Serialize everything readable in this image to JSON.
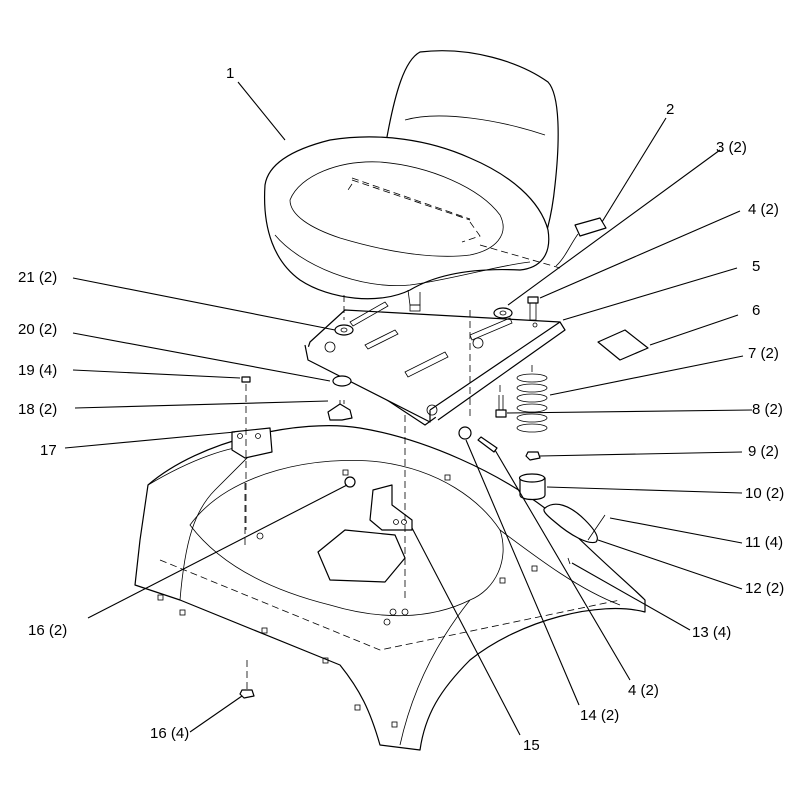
{
  "callouts": [
    {
      "id": "c1",
      "text": "1"
    },
    {
      "id": "c2",
      "text": "2"
    },
    {
      "id": "c3",
      "text": "3 (2)"
    },
    {
      "id": "c4a",
      "text": "4 (2)"
    },
    {
      "id": "c5",
      "text": "5"
    },
    {
      "id": "c6",
      "text": "6"
    },
    {
      "id": "c7",
      "text": "7 (2)"
    },
    {
      "id": "c8",
      "text": "8 (2)"
    },
    {
      "id": "c9",
      "text": "9 (2)"
    },
    {
      "id": "c10",
      "text": "10 (2)"
    },
    {
      "id": "c11",
      "text": "11 (4)"
    },
    {
      "id": "c12",
      "text": "12 (2)"
    },
    {
      "id": "c13",
      "text": "13 (4)"
    },
    {
      "id": "c4b",
      "text": "4 (2)"
    },
    {
      "id": "c14",
      "text": "14 (2)"
    },
    {
      "id": "c15",
      "text": "15"
    },
    {
      "id": "c16a",
      "text": "16 (2)"
    },
    {
      "id": "c16b",
      "text": "16 (4)"
    },
    {
      "id": "c17",
      "text": "17"
    },
    {
      "id": "c18",
      "text": "18 (2)"
    },
    {
      "id": "c19",
      "text": "19 (4)"
    },
    {
      "id": "c20",
      "text": "20 (2)"
    },
    {
      "id": "c21",
      "text": "21 (2)"
    }
  ]
}
